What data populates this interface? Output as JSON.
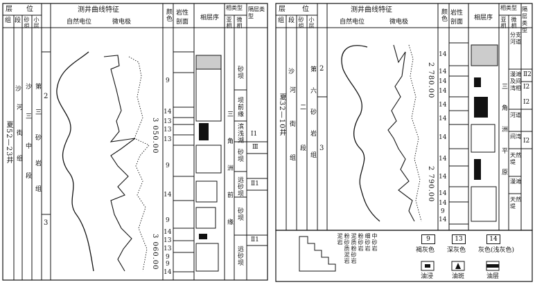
{
  "left": {
    "headers": {
      "ceng": "层",
      "wei": "位",
      "zu": "组",
      "duan": "段",
      "shazu": "砂组",
      "xiaoceng": "小层",
      "curve_title": "测井曲线特征",
      "sp": "自然电位",
      "micro": "微电极",
      "color": "颜色",
      "lith": "岩性剖面",
      "seq": "相层序",
      "facies_type": "相类型",
      "subfacies": "亚相",
      "microfacies": "微相",
      "barrier": "隔层类型"
    },
    "well": "夏52—23井",
    "formation": {
      "zu": "河街组",
      "duan": "沙三中段",
      "shazu": "第三砂岩组",
      "sha": "沙"
    },
    "sublayers": [
      "2",
      "3"
    ],
    "depths": [
      "3 050.00",
      "3 060.00"
    ],
    "colors": [
      "9",
      "14",
      "13",
      "13",
      "13",
      "9",
      "14",
      "9",
      "14",
      "13",
      "13",
      "9",
      "9",
      "14"
    ],
    "subfacies": "三角洲前缘",
    "microfacies": [
      "砂坝",
      "坝前缘",
      "滨浅湖",
      "砂坝",
      "远砂坝",
      "砂坝",
      "远砂坝"
    ],
    "barriers": [
      "Ⅰ1",
      "Ⅲ",
      "Ⅱ1",
      "Ⅱ1"
    ]
  },
  "right": {
    "headers": {
      "ceng": "层",
      "wei": "位",
      "zu": "组",
      "duan": "段",
      "shazu": "砂组",
      "xiaoceng": "小层",
      "curve_title": "测井曲线特征",
      "sp": "自然电位",
      "micro": "微电极",
      "color": "颜色",
      "lith": "岩性剖面",
      "seq": "相层序",
      "facies_type": "相类型",
      "subfacies": "亚相",
      "microfacies": "微相",
      "barrier": "隔层类型"
    },
    "well": "夏32—10井",
    "formation": {
      "zu": "河街组",
      "duan": "二段",
      "sha": "沙",
      "shazu": "第六砂岩组"
    },
    "sublayers": [
      "2",
      "3"
    ],
    "depths": [
      "2 780.00",
      "2 790.00"
    ],
    "colors": [
      "14",
      "14",
      "14",
      "14",
      "14",
      "14",
      "14",
      "14",
      "14",
      "14",
      "14",
      "9",
      "14"
    ],
    "subfacies": "三角洲平原",
    "microfacies": [
      "分支河道",
      "漫滩及间湾相",
      "河道",
      "间湾",
      "天然堤",
      "漫滩",
      "天然堤"
    ],
    "barriers": [
      "Ⅱ2",
      "Ⅰ2",
      "Ⅰ2",
      "Ⅰ2"
    ]
  },
  "legend": {
    "lithologies": [
      "泥岩",
      "粉砂质泥岩",
      "泥质粉砂岩",
      "粉砂岩",
      "细砂岩",
      "中砂岩"
    ],
    "color_codes": [
      {
        "code": "9",
        "label": "褐灰色"
      },
      {
        "code": "13",
        "label": "深灰色"
      },
      {
        "code": "14",
        "label": "灰色(浅灰色)"
      }
    ],
    "symbols": [
      {
        "label": "油浸"
      },
      {
        "label": "油斑"
      },
      {
        "label": "油层"
      }
    ]
  }
}
